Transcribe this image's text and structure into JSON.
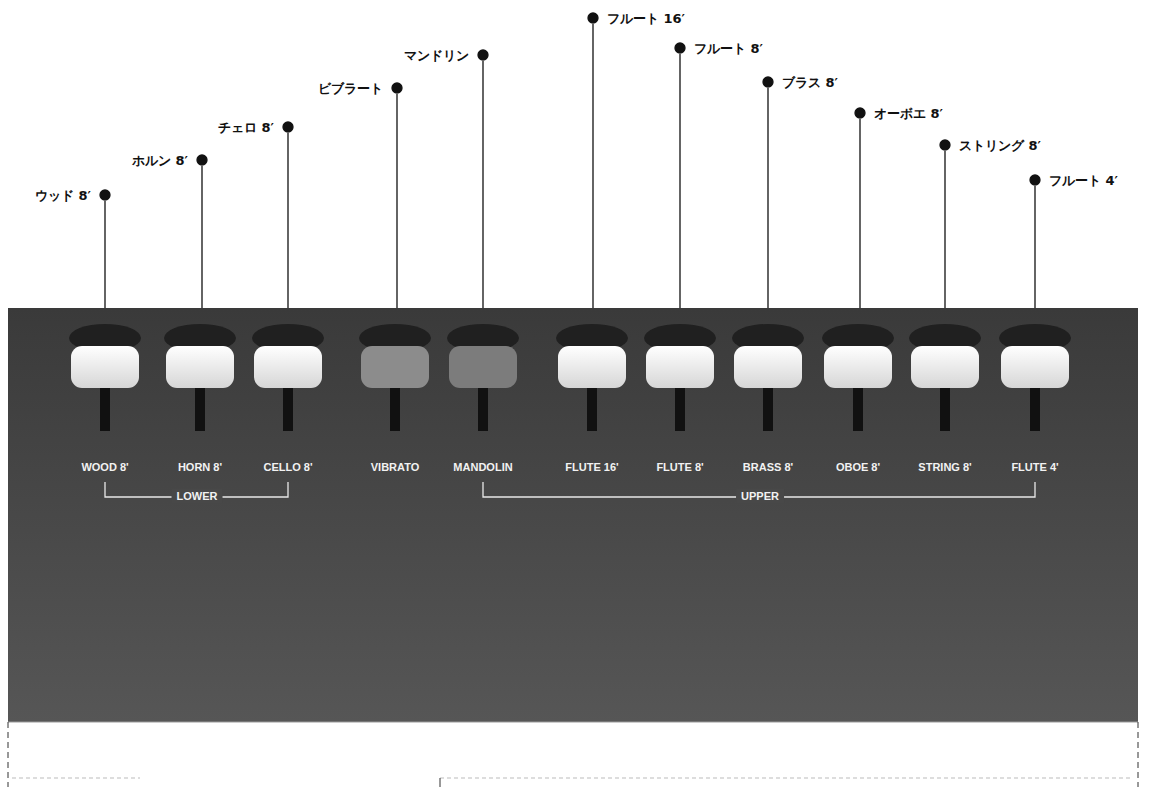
{
  "diagram": {
    "labels": [
      "ウッド 8′",
      "ホルン 8′",
      "チェロ 8′",
      "ビブラート",
      "マンドリン",
      "フルート 16′",
      "フルート 8′",
      "ブラス 8′",
      "オーボエ 8′",
      "ストリング 8′",
      "フルート 4′",
      "WOOD 8'",
      "HORN 8'",
      "CELLO 8'",
      "VIBRATO",
      "MANDOLIN",
      "FLUTE 16'",
      "FLUTE 8'",
      "BRASS 8'",
      "OBOE 8'",
      "STRING 8'",
      "FLUTE 4'",
      "LOWER",
      "UPPER"
    ]
  }
}
